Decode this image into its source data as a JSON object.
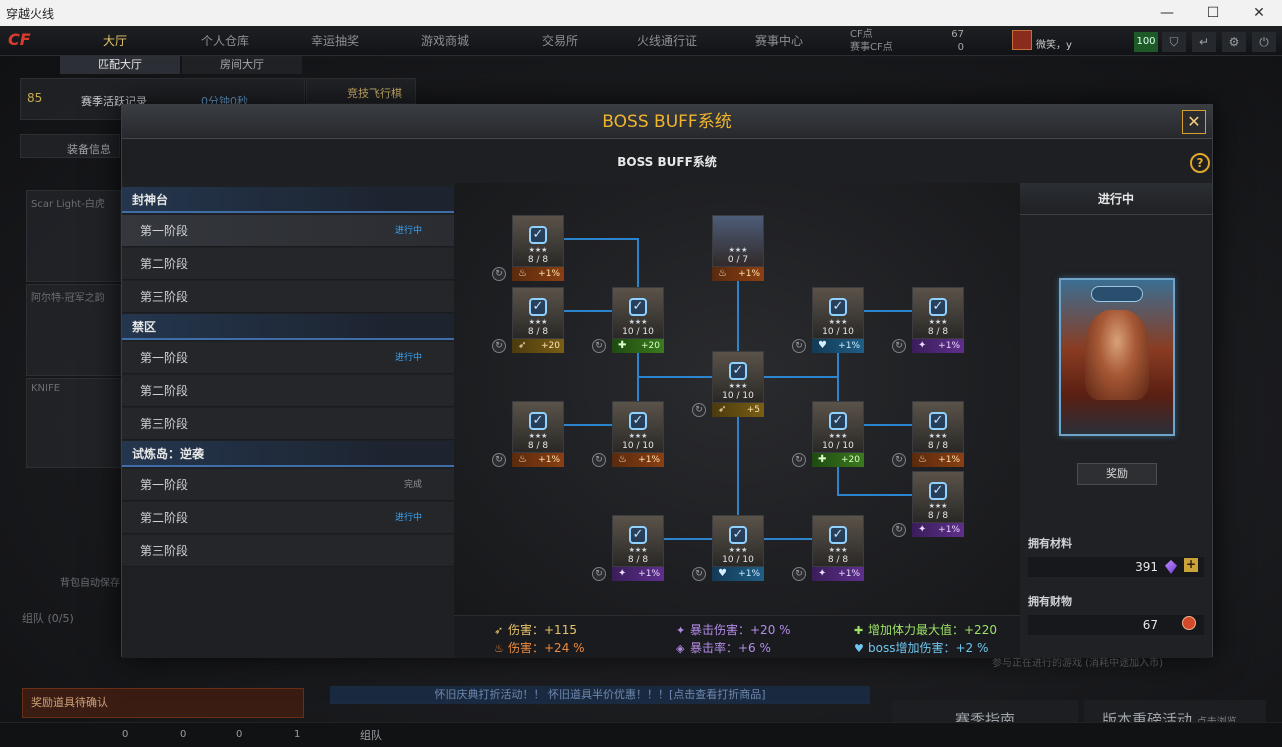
{
  "window": {
    "title": "穿越火线"
  },
  "game": {
    "logo": "CF",
    "nav": [
      "大厅",
      "个人仓库",
      "幸运抽奖",
      "游戏商城",
      "交易所",
      "火线通行证",
      "赛事中心"
    ],
    "subnav": [
      "匹配大厅",
      "房间大厅"
    ],
    "cf_point_label": "CF点",
    "gift_point_label": "赛事CF点",
    "cf_point_value": "67",
    "gift_point_value": "0",
    "username": "微笑，y",
    "level": "100",
    "rank": "85",
    "activity_label": "赛季活跃记录",
    "activity_time": "0分钟0秒",
    "promo": "竞技飞行棋",
    "equip_info": "装备信息",
    "weapon1": "Scar Light-白虎",
    "weapon2": "阿尔特-冠军之韵",
    "knife": "KNIFE",
    "autosave": "背包自动保存",
    "team": "组队 (0/5)",
    "reward_confirm": "奖励道具待确认",
    "ticker": "怀旧庆典打折活动！！ 怀旧道具半价优惠！！！[点击查看打折商品]",
    "guide": "赛季指南",
    "event": "版本重磅活动",
    "event_sub": "点击浏览",
    "hint_right": "参与正在进行的游戏 (消耗中途加入币)",
    "bottom_team": "组队",
    "bottom_counts": [
      "0",
      "0",
      "0",
      "1"
    ]
  },
  "modal": {
    "title": "BOSS BUFF系统",
    "subtitle": "BOSS BUFF系统",
    "close": "✕",
    "help": "?",
    "groups": [
      {
        "name": "封神台",
        "stages": [
          {
            "label": "第一阶段",
            "status": "进行中"
          },
          {
            "label": "第二阶段",
            "status": ""
          },
          {
            "label": "第三阶段",
            "status": ""
          }
        ]
      },
      {
        "name": "禁区",
        "stages": [
          {
            "label": "第一阶段",
            "status": "进行中"
          },
          {
            "label": "第二阶段",
            "status": ""
          },
          {
            "label": "第三阶段",
            "status": ""
          }
        ]
      },
      {
        "name": "试炼岛：逆袭",
        "stages": [
          {
            "label": "第一阶段",
            "status": "完成"
          },
          {
            "label": "第二阶段",
            "status": "进行中"
          },
          {
            "label": "第三阶段",
            "status": ""
          }
        ]
      }
    ],
    "nodes": [
      {
        "count": "8 / 8",
        "bonus": "+1%",
        "type": "fire"
      },
      {
        "count": "0 / 7",
        "bonus": "+1%",
        "type": "fire"
      },
      {
        "count": "8 / 8",
        "bonus": "+20",
        "type": "dmg"
      },
      {
        "count": "10 / 10",
        "bonus": "+20",
        "type": "hp"
      },
      {
        "count": "10 / 10",
        "bonus": "+1%",
        "type": "boss"
      },
      {
        "count": "8 / 8",
        "bonus": "+1%",
        "type": "crit"
      },
      {
        "count": "10 / 10",
        "bonus": "+5",
        "type": "dmg"
      },
      {
        "count": "8 / 8",
        "bonus": "+1%",
        "type": "fire"
      },
      {
        "count": "10 / 10",
        "bonus": "+1%",
        "type": "fire"
      },
      {
        "count": "10 / 10",
        "bonus": "+20",
        "type": "hp"
      },
      {
        "count": "8 / 8",
        "bonus": "+1%",
        "type": "fire"
      },
      {
        "count": "8 / 8",
        "bonus": "+1%",
        "type": "crit"
      },
      {
        "count": "8 / 8",
        "bonus": "+1%",
        "type": "crit"
      },
      {
        "count": "10 / 10",
        "bonus": "+1%",
        "type": "boss"
      },
      {
        "count": "8 / 8",
        "bonus": "+1%",
        "type": "crit"
      }
    ],
    "summary": {
      "damage": "伤害：+115",
      "fire": "伤害：+24 %",
      "crit_damage": "暴击伤害：+20 %",
      "crit_rate": "暴击率：+6 %",
      "max_hp": "增加体力最大值：+220",
      "boss_damage": "boss增加伤害：+2 %"
    },
    "right": {
      "status": "进行中",
      "reward_button": "奖励",
      "materials_label": "拥有材料",
      "materials_value": "391",
      "wealth_label": "拥有财物",
      "wealth_value": "67"
    }
  },
  "colors": {
    "accent": "#f0b52d",
    "in_progress": "#3aa8ff",
    "connector": "#2e8fe0"
  }
}
